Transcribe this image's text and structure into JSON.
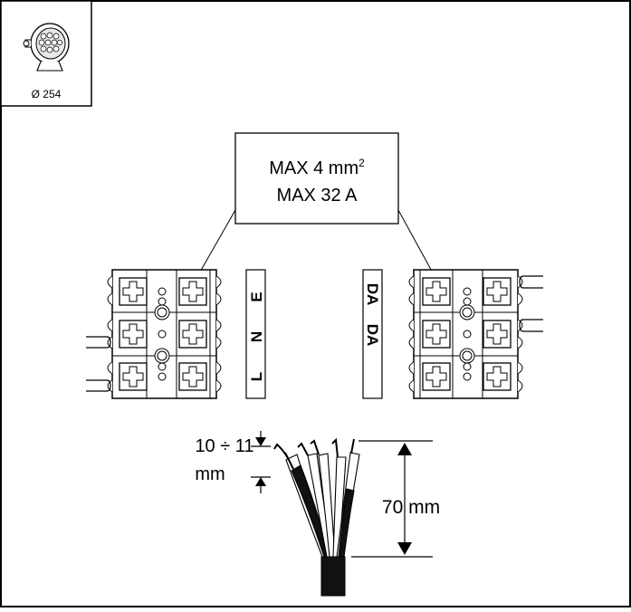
{
  "product": {
    "diameter_label": "Ø 254",
    "icon": "round-floodlight-icon"
  },
  "spec_box": {
    "line1_prefix": "MAX 4 mm",
    "line1_sup": "2",
    "line2": "MAX 32 A"
  },
  "terminals": {
    "left_labels": [
      "L",
      "N",
      "E"
    ],
    "right_labels": [
      "DA",
      "DA"
    ]
  },
  "cable": {
    "strip_length": "10 ÷ 11",
    "strip_unit": "mm",
    "sheath_strip": "70 mm"
  }
}
